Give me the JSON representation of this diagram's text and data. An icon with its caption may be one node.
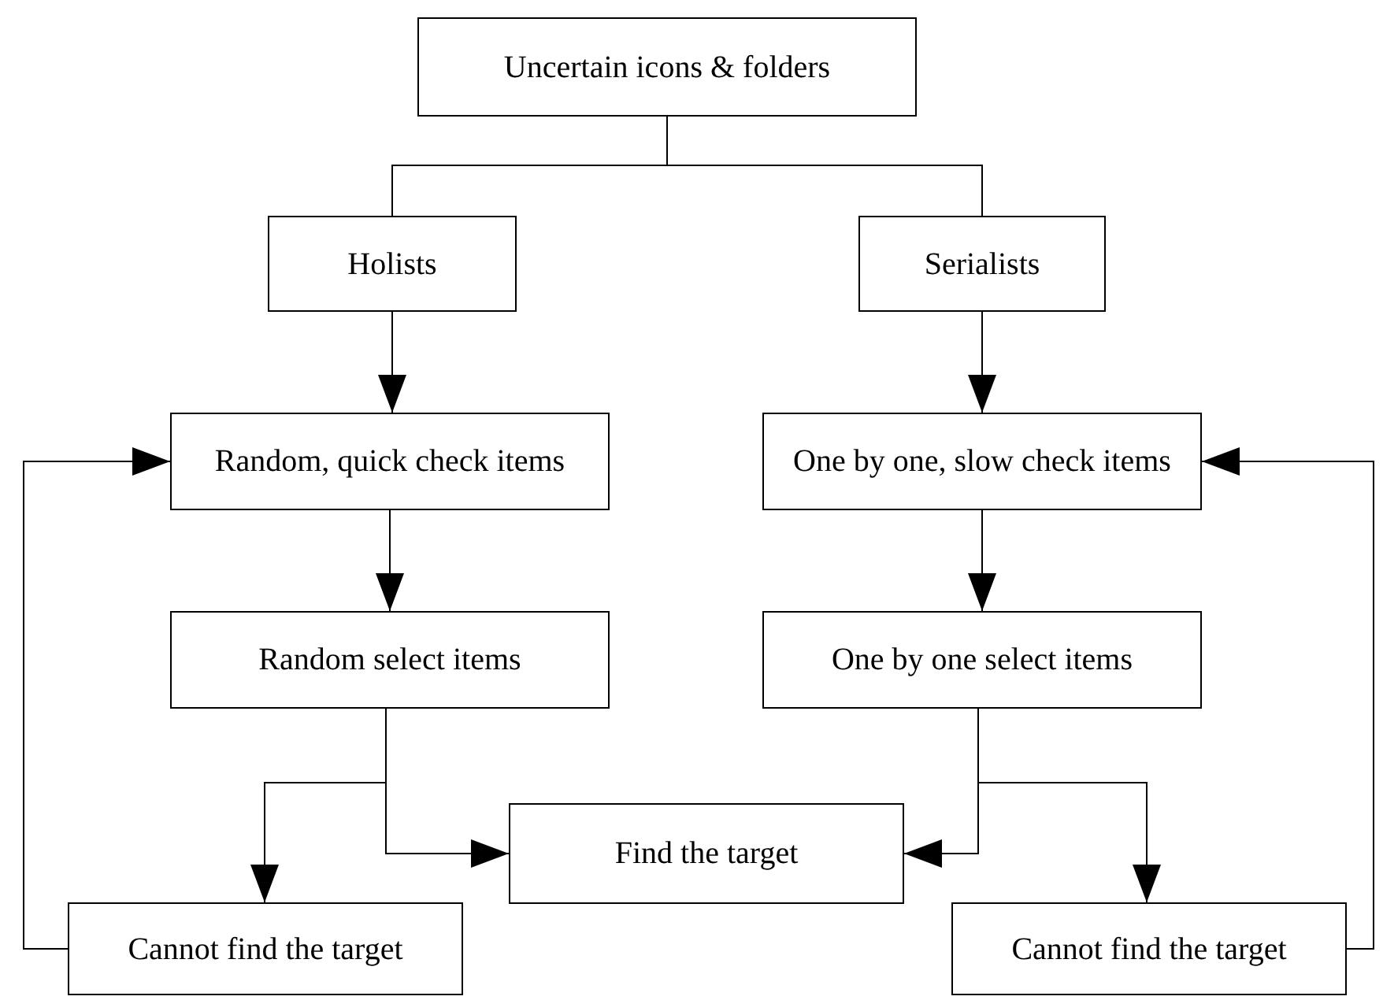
{
  "diagram": {
    "nodes": [
      {
        "text": [
          "Uncertain icons & folders"
        ]
      },
      {
        "text": [
          "Holists"
        ]
      },
      {
        "text": [
          "Serialists"
        ]
      },
      {
        "text": [
          "Random, quick check items"
        ]
      },
      {
        "text": [
          "One by one, slow check items"
        ]
      },
      {
        "text": [
          "Random select items"
        ]
      },
      {
        "text": [
          "One by one select items"
        ]
      },
      {
        "text": [
          "Find the target"
        ]
      },
      {
        "text": [
          "Cannot find the target"
        ]
      },
      {
        "text": [
          "Cannot find the target"
        ]
      }
    ],
    "edges": [
      {
        "from": 0,
        "to": 1,
        "arrow": "none"
      },
      {
        "from": 0,
        "to": 2,
        "arrow": "none"
      },
      {
        "from": 1,
        "to": 3,
        "arrow": "to"
      },
      {
        "from": 2,
        "to": 4,
        "arrow": "to"
      },
      {
        "from": 3,
        "to": 5,
        "arrow": "to"
      },
      {
        "from": 4,
        "to": 6,
        "arrow": "to"
      },
      {
        "from": 5,
        "to": 8,
        "arrow": "to"
      },
      {
        "from": 5,
        "to": 7,
        "arrow": "to"
      },
      {
        "from": 6,
        "to": 7,
        "arrow": "to"
      },
      {
        "from": 6,
        "to": 9,
        "arrow": "to"
      },
      {
        "from": 8,
        "to": 3,
        "arrow": "to"
      },
      {
        "from": 9,
        "to": 4,
        "arrow": "to"
      }
    ]
  }
}
